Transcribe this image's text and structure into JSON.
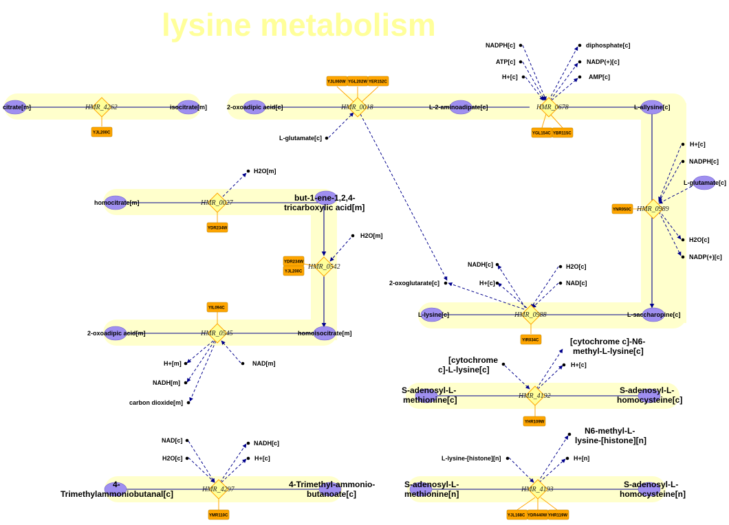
{
  "title": "lysine metabolism",
  "colors": {
    "band": "#ffffcc",
    "metabolite_fill": "#9f8ff0",
    "gene_fill": "#ffa500",
    "arrow": "#00008b",
    "title": "#ffff9a"
  },
  "reactions": [
    {
      "id": "HMR_4262",
      "genes": [
        "YJL200C"
      ],
      "substrates": [
        "citrate[m]"
      ],
      "products": [
        "isocitrate[m]"
      ]
    },
    {
      "id": "HMR_0018",
      "genes": [
        "YJL060W",
        "YGL202W",
        "YER152C"
      ],
      "substrates": [
        "2-oxoadipic acid[c]",
        "L-glutamate[c]"
      ],
      "products": [
        "L-2-aminoadipate[c]",
        "2-oxoglutarate[c]"
      ]
    },
    {
      "id": "HMR_0678",
      "genes": [
        "YGL154C",
        "YBR115C"
      ],
      "substrates": [
        "L-2-aminoadipate[c]",
        "NADPH[c]",
        "ATP[c]",
        "H+[c]"
      ],
      "products": [
        "L-allysine[c]",
        "diphosphate[c]",
        "NADP(+)[c]",
        "AMP[c]"
      ]
    },
    {
      "id": "HMR_0989",
      "genes": [
        "YNR050C"
      ],
      "substrates": [
        "L-allysine[c]",
        "H+[c]",
        "NADPH[c]",
        "L-glutamate[c]"
      ],
      "products": [
        "L-saccharopine[c]",
        "H2O[c]",
        "NADP(+)[c]"
      ]
    },
    {
      "id": "HMR_0027",
      "genes": [
        "YDR234W"
      ],
      "substrates": [
        "homocitrate[m]"
      ],
      "products": [
        "but-1-ene-1,2,4-tricarboxylic acid[m]",
        "H2O[m]"
      ]
    },
    {
      "id": "HMR_0542",
      "genes": [
        "YDR234W",
        "YJL200C"
      ],
      "substrates": [
        "but-1-ene-1,2,4-tricarboxylic acid[m]",
        "H2O[m]"
      ],
      "products": [
        "homoisocitrate[m]"
      ]
    },
    {
      "id": "HMR_0545",
      "genes": [
        "YIL094C"
      ],
      "substrates": [
        "homoisocitrate[m]",
        "NAD[m]"
      ],
      "products": [
        "2-oxoadipic acid[m]",
        "H+[m]",
        "NADH[m]",
        "carbon dioxide[m]"
      ]
    },
    {
      "id": "HMR_0988",
      "genes": [
        "YIR034C"
      ],
      "substrates": [
        "L-saccharopine[c]",
        "H2O[c]",
        "NAD[c]"
      ],
      "products": [
        "L-lysine[c]",
        "NADH[c]",
        "H+[c]",
        "2-oxoglutarate[c]"
      ]
    },
    {
      "id": "HMR_4192",
      "genes": [
        "YHR109W"
      ],
      "substrates": [
        "S-adenosyl-L-methionine[c]",
        "[cytochrome c]-L-lysine[c]"
      ],
      "products": [
        "S-adenosyl-L-homocysteine[c]",
        "[cytochrome c]-N6-methyl-L-lysine[c]",
        "H+[c]"
      ]
    },
    {
      "id": "HMR_4297",
      "genes": [
        "YMR110C"
      ],
      "substrates": [
        "4-Trimethylammoniobutanal[c]",
        "NAD[c]",
        "H2O[c]"
      ],
      "products": [
        "4-Trimethyl-ammonio-butanoate[c]",
        "NADH[c]",
        "H+[c]"
      ]
    },
    {
      "id": "HMR_4193",
      "genes": [
        "YJL168C",
        "YDR440W",
        "YHR119W"
      ],
      "substrates": [
        "S-adenosyl-L-methionine[n]",
        "L-lysine-[histone][n]"
      ],
      "products": [
        "S-adenosyl-L-homocysteine[n]",
        "N6-methyl-L-lysine-[histone][n]",
        "H+[n]"
      ]
    }
  ],
  "metabolite_labels": {
    "citrate_m": "citrate[m]",
    "isocitrate_m": "isocitrate[m]",
    "oxoadipic_c": "2-oxoadipic acid[c]",
    "aminoadipate_c": "L-2-aminoadipate[c]",
    "allysine_c": "L-allysine[c]",
    "nadph_c": "NADPH[c]",
    "atp_c": "ATP[c]",
    "h_c": "H+[c]",
    "diphosphate_c": "diphosphate[c]",
    "nadp_c": "NADP(+)[c]",
    "amp_c": "AMP[c]",
    "glutamate_c": "L-glutamate[c]",
    "h2o_m": "H2O[m]",
    "homocitrate_m": "homocitrate[m]",
    "butene_line1": "but-1-ene-1,2,4-",
    "butene_line2": "tricarboxylic acid[m]",
    "homoisocitrate_m": "homoisocitrate[m]",
    "oxoadipic_m": "2-oxoadipic acid[m]",
    "h_m": "H+[m]",
    "nad_m": "NAD[m]",
    "nadh_m": "NADH[m]",
    "co2_m": "carbon dioxide[m]",
    "h2o_c": "H2O[c]",
    "oxoglutarate_c": "2-oxoglutarate[c]",
    "nadh_c": "NADH[c]",
    "nad_c": "NAD[c]",
    "lysine_c": "L-lysine[c]",
    "saccharopine_c": "L-saccharopine[c]",
    "cytc_meth_line1": "[cytochrome c]-N6-",
    "cytc_meth_line2": "methyl-L-lysine[c]",
    "cytc_lys_line1": "[cytochrome",
    "cytc_lys_line2": "c]-L-lysine[c]",
    "sam_c_line1": "S-adenosyl-L-",
    "sam_c_line2": "methionine[c]",
    "sah_c_line1": "S-adenosyl-L-",
    "sah_c_line2": "homocysteine[c]",
    "n6_line1": "N6-methyl-L-",
    "n6_line2": "lysine-[histone][n]",
    "lys_histone_n": "L-lysine-[histone][n]",
    "h_n": "H+[n]",
    "tmab_line1": "4-",
    "tmab_line2": "Trimethylammoniobutanal[c]",
    "tmabut_line1": "4-Trimethyl-ammonio-",
    "tmabut_line2": "butanoate[c]",
    "sam_n_line1": "S-adenosyl-L-",
    "sam_n_line2": "methionine[n]",
    "sah_n_line1": "S-adenosyl-L-",
    "sah_n_line2": "homocysteine[n]"
  }
}
